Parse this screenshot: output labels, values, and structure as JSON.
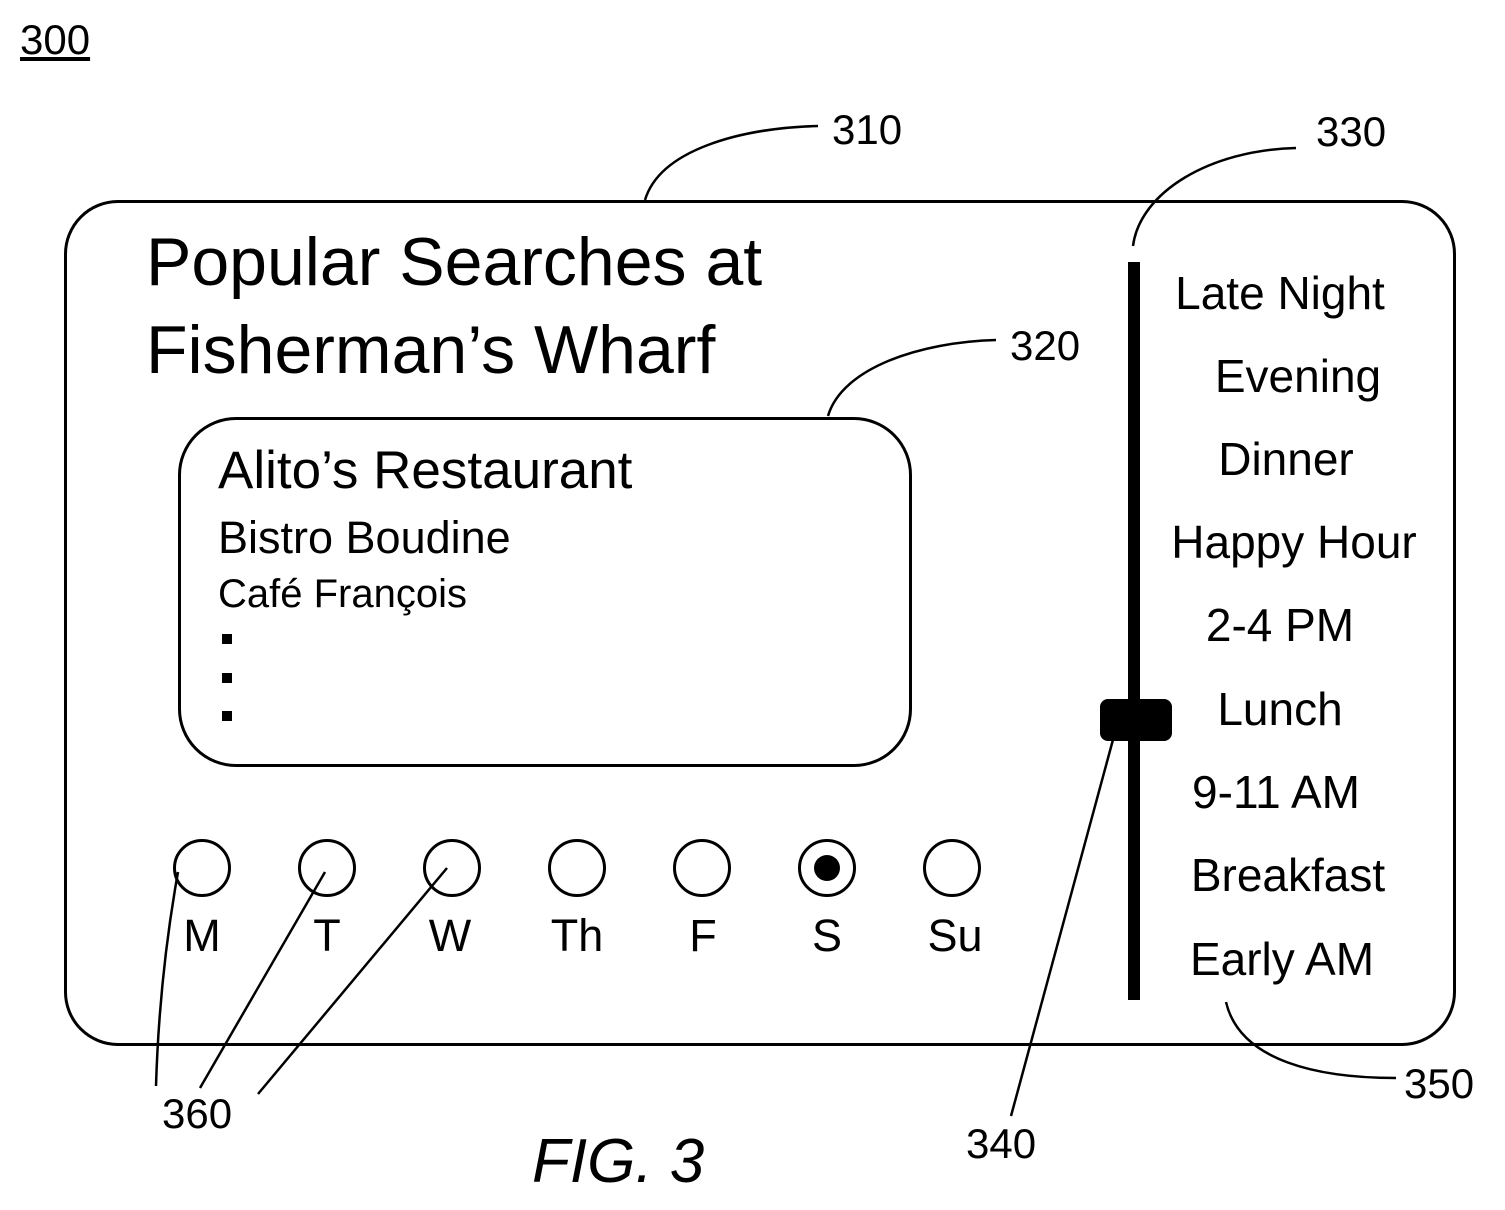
{
  "figure_number": "300",
  "caption": "FIG. 3",
  "reference_labels": {
    "device": "310",
    "results": "320",
    "slider": "330",
    "handle": "340",
    "time_labels": "350",
    "day_selectors": "360"
  },
  "screen": {
    "title_line1": "Popular Searches at",
    "title_line2": "Fisherman’s Wharf",
    "results": [
      "Alito’s Restaurant",
      "Bistro Boudine",
      "Café François"
    ],
    "days": [
      {
        "label": "M",
        "selected": false
      },
      {
        "label": "T",
        "selected": false
      },
      {
        "label": "W",
        "selected": false
      },
      {
        "label": "Th",
        "selected": false
      },
      {
        "label": "F",
        "selected": false
      },
      {
        "label": "S",
        "selected": true
      },
      {
        "label": "Su",
        "selected": false
      }
    ],
    "time_slots": [
      "Late Night",
      "Evening",
      "Dinner",
      "Happy Hour",
      "2-4 PM",
      "Lunch",
      "9-11 AM",
      "Breakfast",
      "Early AM"
    ],
    "selected_time_slot": "Lunch"
  }
}
